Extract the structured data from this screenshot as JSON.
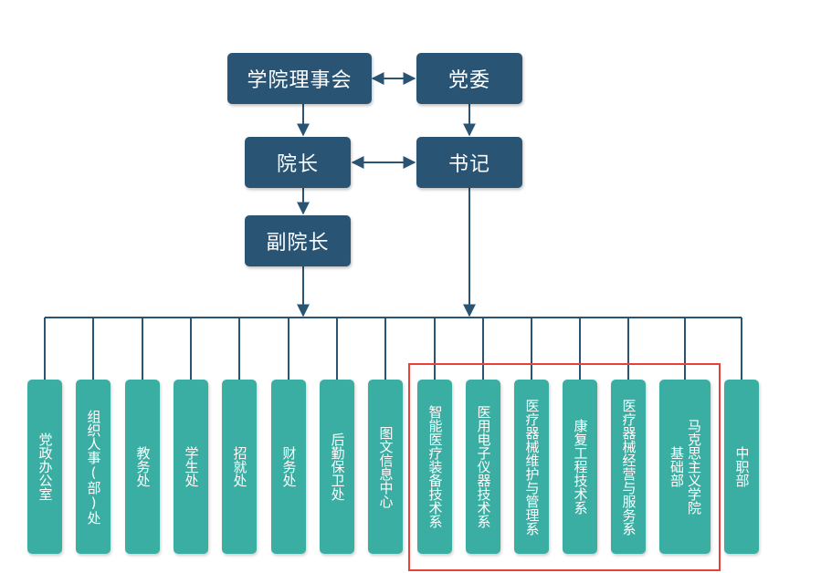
{
  "colors": {
    "leader_box": "#2a5474",
    "dept_box": "#3aaea2",
    "line": "#2a5474",
    "highlight": "#e8403a"
  },
  "leadership": {
    "board": "学院理事会",
    "party": "党委",
    "president": "院长",
    "secretary": "书记",
    "vice_president": "副院长"
  },
  "departments": [
    {
      "label": "党政办公室"
    },
    {
      "label": "组织人事(部)处"
    },
    {
      "label": "教务处"
    },
    {
      "label": "学生处"
    },
    {
      "label": "招就处"
    },
    {
      "label": "财务处"
    },
    {
      "label": "后勤保卫处"
    },
    {
      "label": "图文信息中心"
    },
    {
      "label": "智能医疗装备技术系"
    },
    {
      "label": "医用电子仪器技术系"
    },
    {
      "label": "医疗器械维护与管理系"
    },
    {
      "label": "康复工程技术系"
    },
    {
      "label": "医疗器械经营与服务系"
    },
    {
      "label": "马克思主义学院\n基础部"
    },
    {
      "label": "中职部"
    }
  ]
}
